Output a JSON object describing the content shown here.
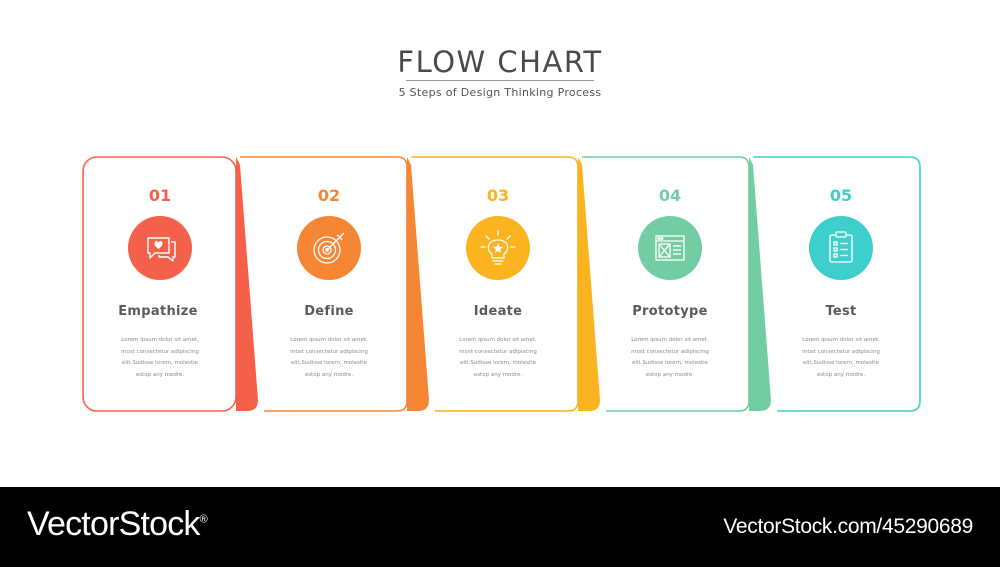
{
  "header": {
    "title": "FLOW CHART",
    "subtitle": "5 Steps of Design Thinking Process"
  },
  "steps": [
    {
      "number": "01",
      "label": "Empathize",
      "icon": "chat-heart-icon",
      "color": "#f5604a",
      "desc": [
        "Lorem ipsum dolor sit amet,",
        "most consectetur adipiscing",
        "elit.Sudisse lorem, molestie",
        "estop any modre."
      ]
    },
    {
      "number": "02",
      "label": "Define",
      "icon": "target-icon",
      "color": "#f58634",
      "desc": [
        "Lorem ipsum dolor sit amet,",
        "most consectetur adipiscing",
        "elit.Sudisse lorem, molestie",
        "estop any modre."
      ]
    },
    {
      "number": "03",
      "label": "Ideate",
      "icon": "lightbulb-icon",
      "color": "#fbb320",
      "desc": [
        "Lorem ipsum dolor sit amet,",
        "most consectetur adipiscing",
        "elit.Sudisse lorem, molestie",
        "estop any modre."
      ]
    },
    {
      "number": "04",
      "label": "Prototype",
      "icon": "wireframe-icon",
      "color": "#72cea2",
      "desc": [
        "Lorem ipsum dolor sit amet,",
        "most consectetur adipiscing",
        "elit.Sudisse lorem, molestie",
        "estop any modre."
      ]
    },
    {
      "number": "05",
      "label": "Test",
      "icon": "clipboard-icon",
      "color": "#3ecfcc",
      "desc": [
        "Lorem ipsum dolor sit amet,",
        "most consectetur adipiscing",
        "elit.Sudisse lorem, molestie",
        "estop any modre."
      ]
    }
  ],
  "footer": {
    "brand": "VectorStock",
    "brand_mark": "®",
    "stock_id": "VectorStock.com/45290689"
  }
}
